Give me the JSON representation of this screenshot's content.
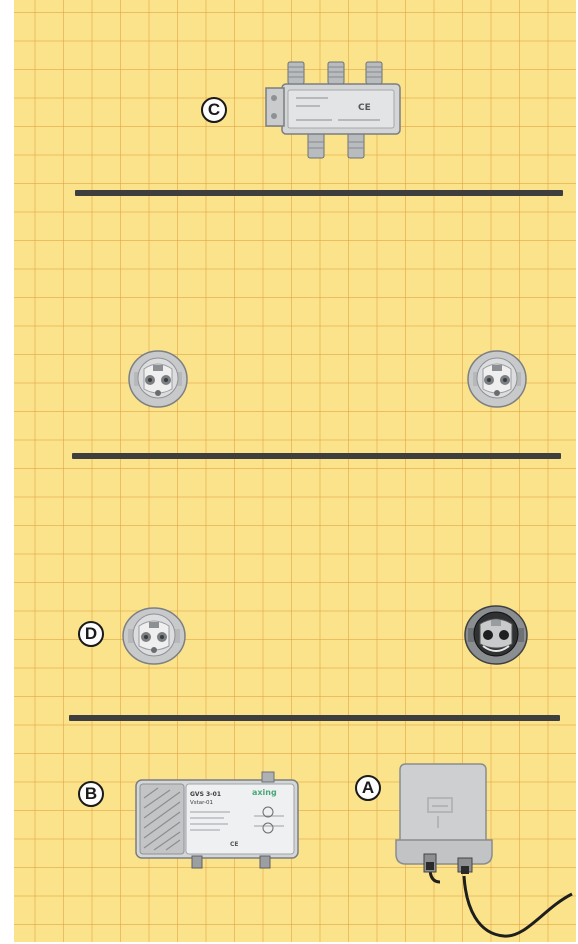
{
  "callouts": {
    "a": "A",
    "b": "B",
    "c": "C",
    "d": "D"
  },
  "amplifier": {
    "model": "GVS 3-01",
    "type": "Vstar-01",
    "brand": "axing",
    "marking": "CE"
  },
  "splitter": {
    "marking": "CE"
  },
  "colors": {
    "grid_background": "#fbe38b",
    "grid_lines": "#e1a03c",
    "wall": "#3e3e3e"
  }
}
